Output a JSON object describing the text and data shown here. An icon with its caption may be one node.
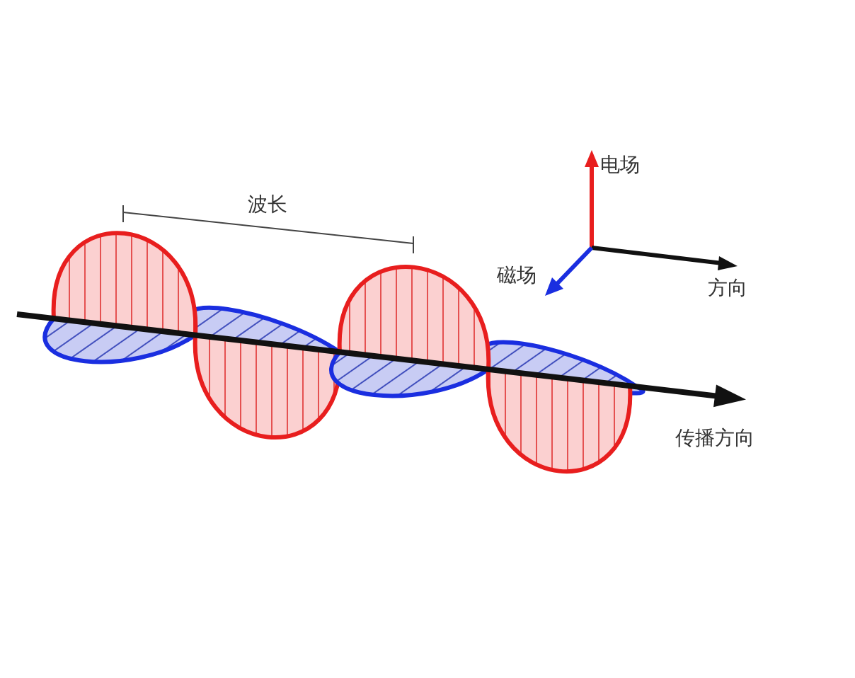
{
  "diagram": {
    "labels": [
      "波长",
      "电场",
      "磁场",
      "方向",
      "传播方向"
    ]
  }
}
